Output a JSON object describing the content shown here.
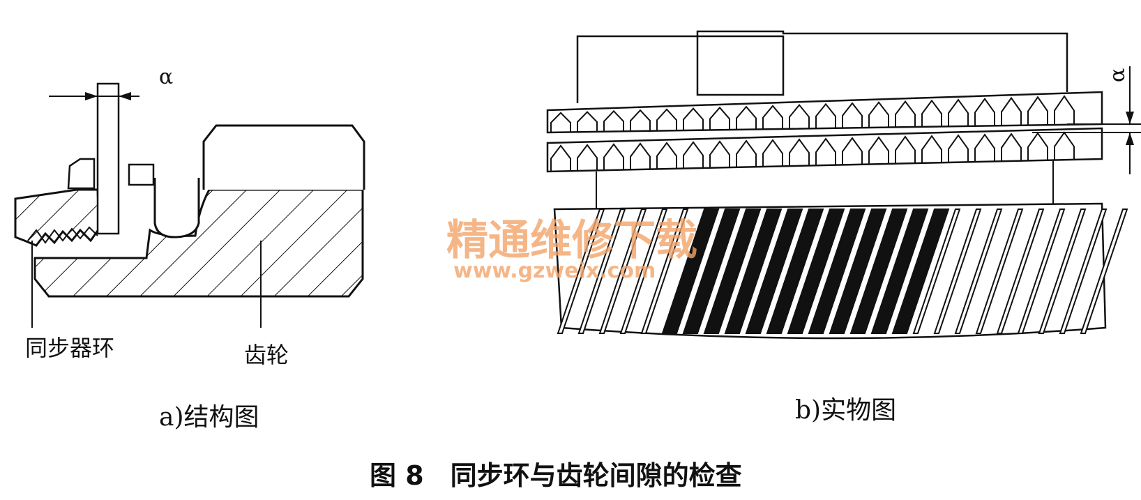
{
  "figure": {
    "caption": "图 8　同步环与齿轮间隙的检查",
    "panel_a": {
      "subcaption": "a)结构图",
      "dimension_label": "α",
      "label_ring": "同步器环",
      "label_gear": "齿轮"
    },
    "panel_b": {
      "subcaption": "b)实物图",
      "dimension_label": "α"
    }
  },
  "watermark": {
    "title": "精通维修下载",
    "url": "www.gzweix.com",
    "color": "#f3a46a"
  }
}
